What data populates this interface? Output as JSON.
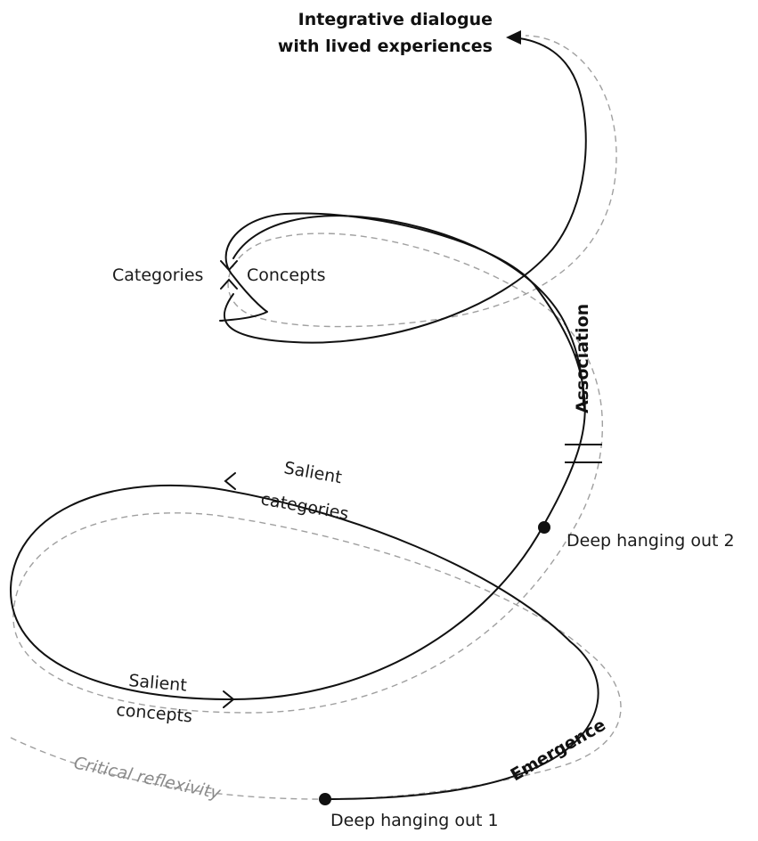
{
  "diagram": {
    "title_line1": "Integrative dialogue",
    "title_line2": "with lived experiences",
    "labels": {
      "categories": "Categories",
      "concepts": "Concepts",
      "association": "Association",
      "salient_categories_1": "Salient",
      "salient_categories_2": "categories",
      "salient_concepts_1": "Salient",
      "salient_concepts_2": "concepts",
      "deep_hanging_out_2": "Deep hanging out 2",
      "deep_hanging_out_1": "Deep hanging out 1",
      "emergence": "Emergence",
      "critical_reflexivity": "Critical reflexivity"
    },
    "colors": {
      "solid_line": "#111111",
      "dashed_line": "#a0a0a0",
      "reflexivity_text": "#8a8a8a"
    }
  }
}
